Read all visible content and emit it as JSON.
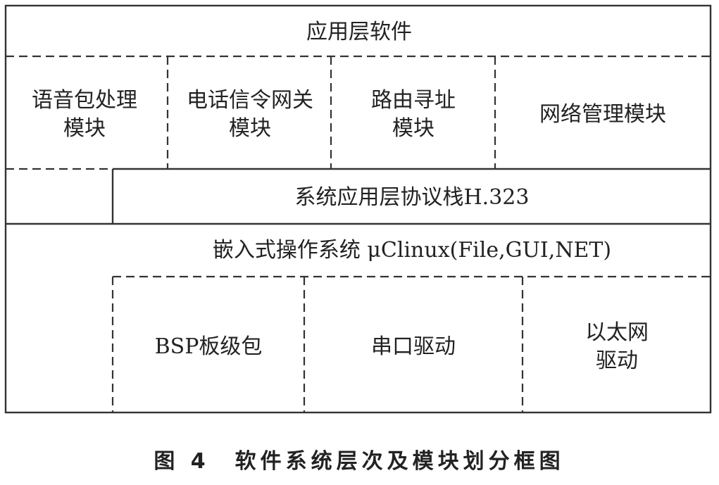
{
  "diagram": {
    "app_layer": "应用层软件",
    "modules": {
      "voice": {
        "line1": "语音包处理",
        "line2": "模块"
      },
      "signaling": {
        "line1": "电话信令网关",
        "line2": "模块"
      },
      "routing": {
        "line1": "路由寻址",
        "line2": "模块"
      },
      "network_mgmt": "网络管理模块"
    },
    "protocol_stack": "系统应用层协议栈H.323",
    "os": "嵌入式操作系统 μClinux(File,GUI,NET)",
    "drivers": {
      "bsp": "BSP板级包",
      "serial": "串口驱动",
      "ethernet": {
        "line1": "以太网",
        "line2": "驱动"
      }
    }
  },
  "caption": "图 4　软件系统层次及模块划分框图"
}
